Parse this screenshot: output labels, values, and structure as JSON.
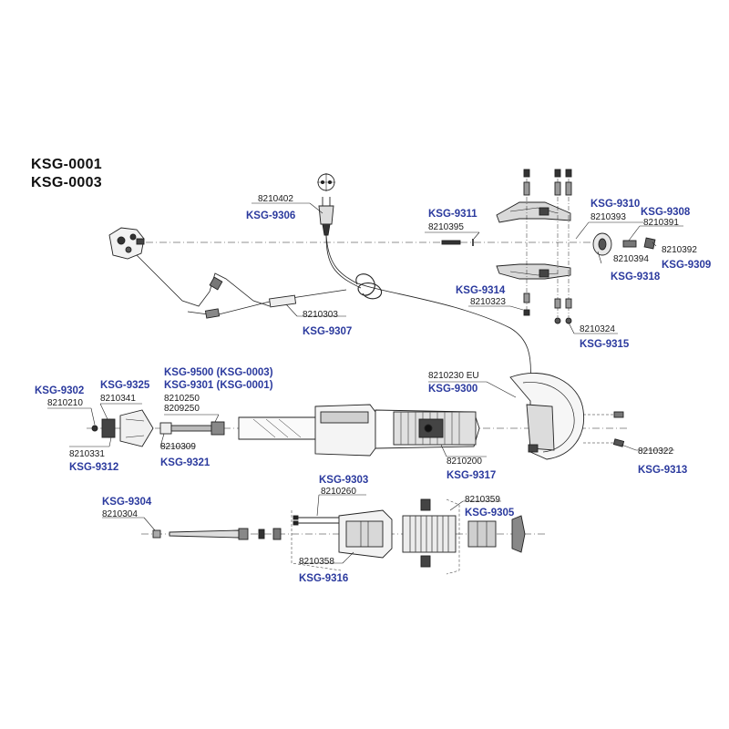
{
  "titles": [
    "KSG-0001",
    "KSG-0003"
  ],
  "colors": {
    "code": "#2b3a9e",
    "part": "#1a1a1a",
    "line": "#222222",
    "shade": "#555555"
  },
  "labels": {
    "p8210402": "8210402",
    "k9306": "KSG-9306",
    "k9311": "KSG-9311",
    "p8210395": "8210395",
    "k9310": "KSG-9310",
    "p8210393": "8210393",
    "k9308": "KSG-9308",
    "p8210391": "8210391",
    "p8210392": "8210392",
    "p8210394": "8210394",
    "k9309": "KSG-9309",
    "k9318": "KSG-9318",
    "k9314": "KSG-9314",
    "p8210323": "8210323",
    "p8210324": "8210324",
    "k9315": "KSG-9315",
    "p8210303": "8210303",
    "k9307": "KSG-9307",
    "k9302": "KSG-9302",
    "p8210210": "8210210",
    "k9325": "KSG-9325",
    "p8210341": "8210341",
    "k9500": "KSG-9500 (KSG-0003)",
    "k9301": "KSG-9301 (KSG-0001)",
    "p8210250": "8210250",
    "p8209250": "8209250",
    "p8210230": "8210230 EU",
    "k9300": "KSG-9300",
    "p8210331": "8210331",
    "k9312": "KSG-9312",
    "p8210309": "8210309",
    "k9321": "KSG-9321",
    "p8210200": "8210200",
    "k9317": "KSG-9317",
    "p8210322": "8210322",
    "k9313": "KSG-9313",
    "k9303": "KSG-9303",
    "p8210260": "8210260",
    "k9304": "KSG-9304",
    "p8210304": "8210304",
    "p8210359": "8210359",
    "k9305": "KSG-9305",
    "p8210358": "8210358",
    "k9316": "KSG-9316"
  }
}
